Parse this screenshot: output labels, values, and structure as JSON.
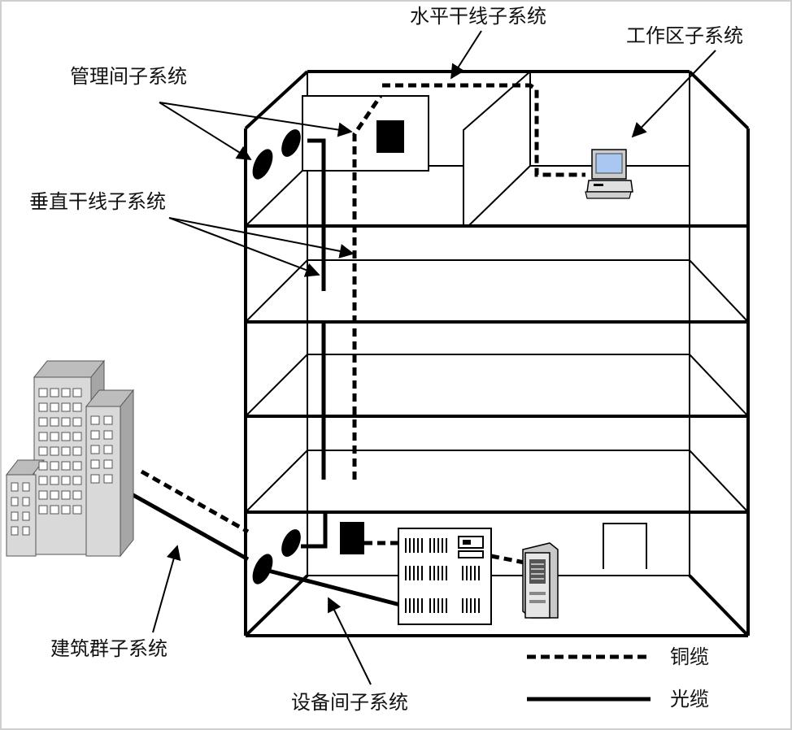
{
  "labels": {
    "horizontal": "水平干线子系统",
    "work_area": "工作区子系统",
    "management": "管理间子系统",
    "vertical": "垂直干线子系统",
    "campus": "建筑群子系统",
    "equipment": "设备间子系统"
  },
  "legend": {
    "copper": "铜缆",
    "fiber": "光缆"
  },
  "colors": {
    "line": "#000000",
    "building_fill": "#d9d9d9",
    "building_dark": "#a6a6a6",
    "window": "#ffffff",
    "monitor_screen": "#a9c7f0"
  }
}
